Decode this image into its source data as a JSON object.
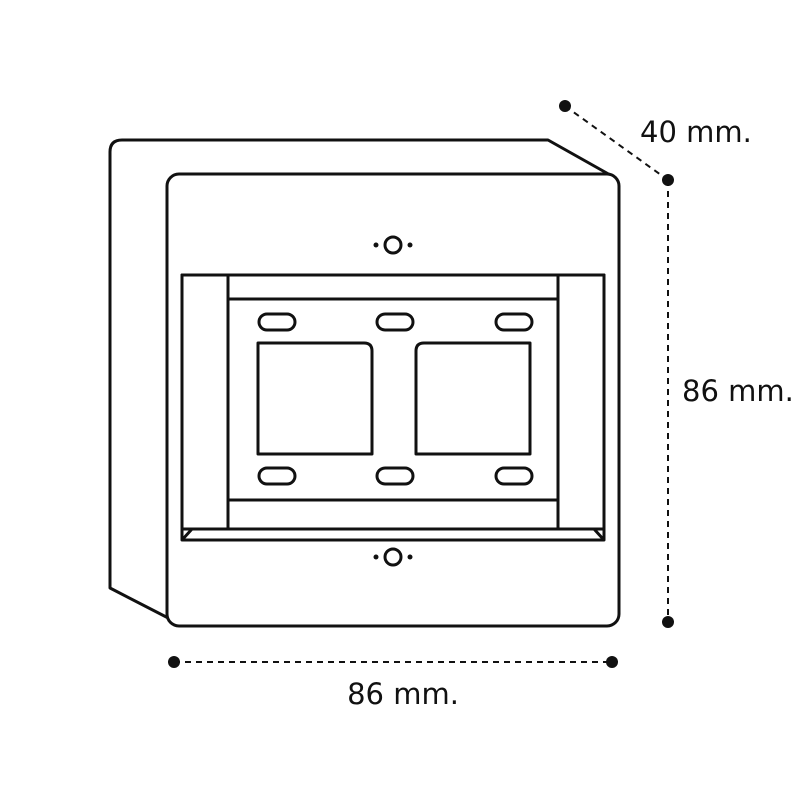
{
  "diagram": {
    "subject": "surface mount electrical box with double gang mounting frame",
    "colors": {
      "stroke": "#111111",
      "fill": "#ffffff"
    },
    "dimensions": {
      "depth": "40 mm.",
      "height": "86 mm.",
      "width": "86 mm."
    }
  }
}
